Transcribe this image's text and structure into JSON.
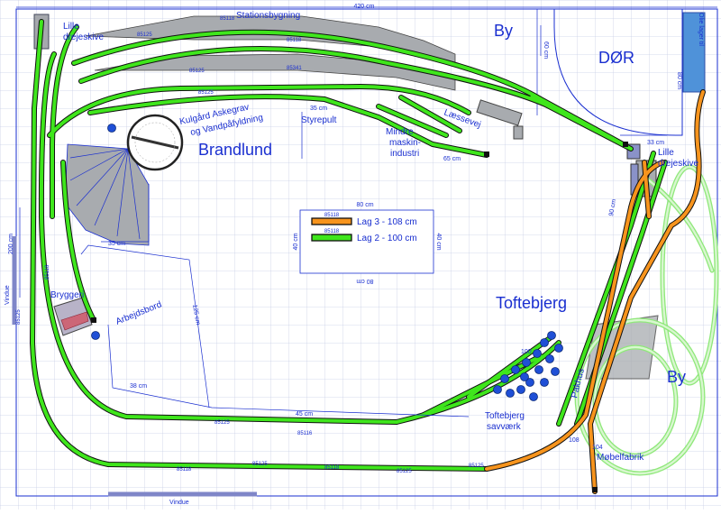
{
  "labels": {
    "lille_drejeskive_1": "Lille",
    "lille_drejeskive_2": "drejeskive",
    "lille_drejeskive_r1": "Lille",
    "lille_drejeskive_r2": "drejeskive",
    "stationsbygning": "Stationsbygning",
    "by_top": "By",
    "dor": "DØR",
    "dim_420": "420 cm",
    "olie_1": "Olie lager til",
    "brandlund": "Brandlund",
    "kulgaard": "Kulgård",
    "askegrav": "Askegrav",
    "vandpaafylning": "og Vandpåfyldning",
    "styrepult": "Styrepult",
    "mindre_1": "Mindre",
    "mindre_2": "maskin-",
    "mindre_3": "industri",
    "laessevej": "Læssevej",
    "dim_33": "33 cm",
    "dim_65": "65 cm",
    "dim_80_top": "80 cm",
    "dim_60": "60 cm",
    "dim_90": "90 cm",
    "dim_200": "200 cm",
    "dim_35": "35 cm",
    "dim_35b": "35 cm",
    "dim_38": "38 cm",
    "dim_45": "45 cm",
    "dim_125": "125 cm",
    "toftebjerg": "Toftebjerg",
    "by_right": "By",
    "bryggeri": "Bryggeri",
    "arbejdsbord": "Arbejdsbord",
    "vindue_left": "Vindue",
    "vindue_bottom": "Vindue",
    "pakhus": "Pakhus",
    "toftebjerg_savv_1": "Toftebjerg",
    "toftebjerg_savv_2": "savværk",
    "mobelfabrik": "Møbelfabrik",
    "dim_100": "100",
    "dim_108": "108",
    "dim_104": "104"
  },
  "legend": {
    "width_label": "80 cm",
    "height_label": "40 cm",
    "height_label_right": "40 cm",
    "bottom_label": "80 cm",
    "item1_code": "85118",
    "item2_code": "85118",
    "item1": "Lag 3 - 108 cm",
    "item2": "Lag 2 - 100 cm",
    "color_lag3": "#f7941d",
    "color_lag2": "#3fe61c"
  },
  "track_codes": [
    "85125",
    "85118",
    "85341",
    "85125",
    "85125",
    "85118",
    "85125",
    "85116",
    "85125",
    "85118",
    "85118",
    "85125",
    "85125",
    "85118",
    "85125"
  ]
}
